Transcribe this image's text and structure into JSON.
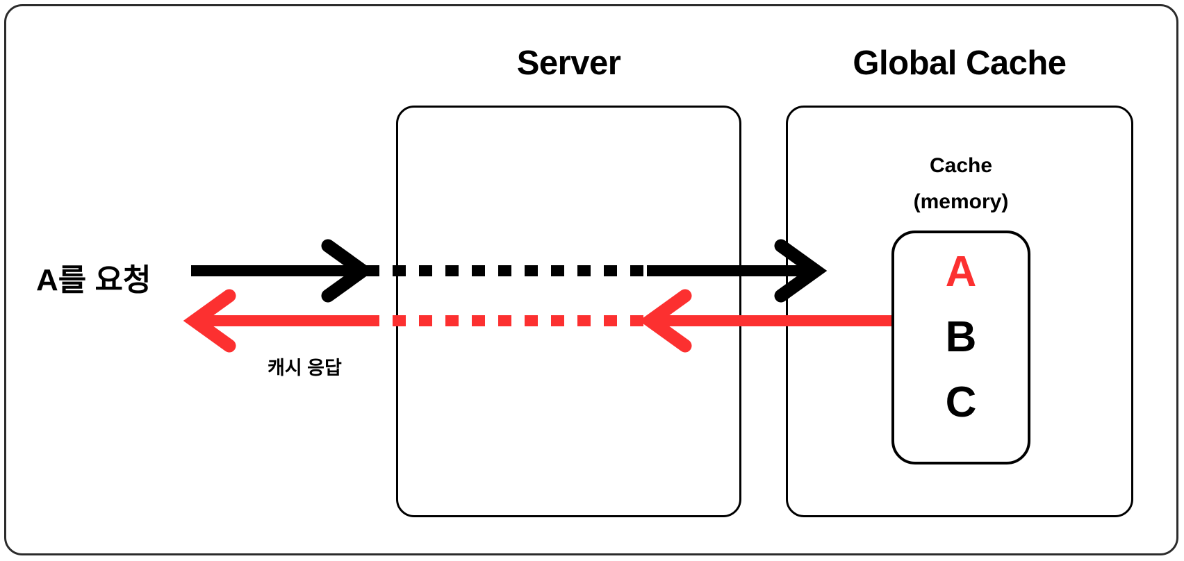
{
  "diagram": {
    "title_server": "Server",
    "title_global_cache": "Global Cache",
    "cache_caption": "Cache\n(memory)",
    "request_label": "A를 요청",
    "cache_response_label": "캐시 응답",
    "cache_entries": [
      {
        "key": "A",
        "state": "hit"
      },
      {
        "key": "B",
        "state": "stored"
      },
      {
        "key": "C",
        "state": "stored"
      }
    ],
    "flows": [
      {
        "name": "request-flow",
        "label": "A를 요청",
        "direction": "left-to-right",
        "color": "#000000",
        "from": "client",
        "to": "cache-memory"
      },
      {
        "name": "response-flow",
        "label": "캐시 응답",
        "direction": "right-to-left",
        "color": "#fc3030",
        "from": "cache-memory",
        "to": "client"
      }
    ],
    "colors": {
      "stroke": "#000000",
      "frame": "#2b2b2b",
      "accent_red": "#fc3030",
      "background": "#ffffff"
    }
  }
}
